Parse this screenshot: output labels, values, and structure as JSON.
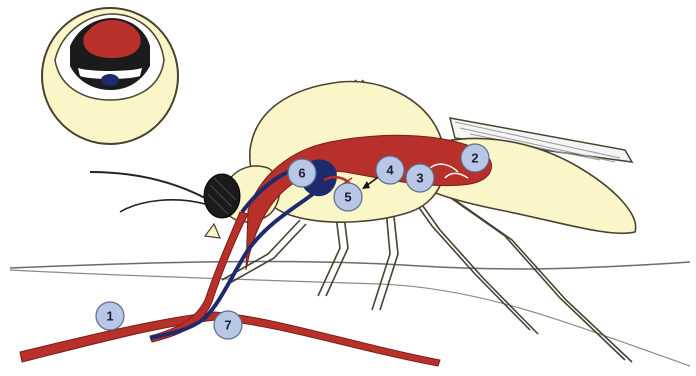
{
  "diagram": {
    "markers": [
      {
        "id": "m1",
        "label": "1"
      },
      {
        "id": "m2",
        "label": "2"
      },
      {
        "id": "m3",
        "label": "3"
      },
      {
        "id": "m4",
        "label": "4"
      },
      {
        "id": "m5",
        "label": "5"
      },
      {
        "id": "m6",
        "label": "6"
      },
      {
        "id": "m7",
        "label": "7"
      }
    ],
    "colors": {
      "body": "#fbf6c8",
      "outline": "#4a4230",
      "blood": "#b8302a",
      "saliva": "#1d2a6e",
      "marker_fill": "#b9c7e6"
    }
  }
}
